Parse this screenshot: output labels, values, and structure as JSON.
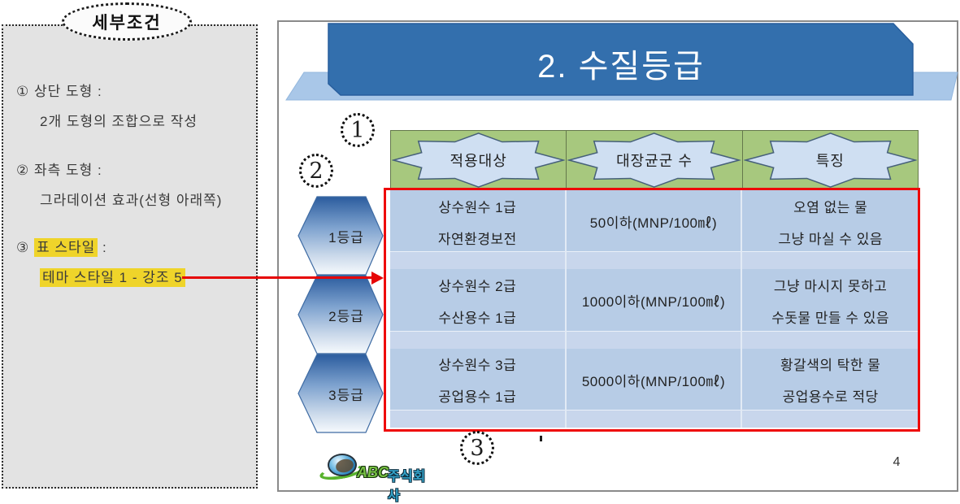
{
  "panel": {
    "title": "세부조건",
    "items": [
      {
        "num": "①",
        "label": "상단 도형 :",
        "detail": "2개 도형의 조합으로 작성"
      },
      {
        "num": "②",
        "label": "좌측 도형 :",
        "detail": "그라데이션 효과(선형 아래쪽)"
      },
      {
        "num": "③",
        "label": "표 스타일",
        "label_suffix": " :",
        "detail": "테마 스타일 1 - 강조 5"
      }
    ]
  },
  "slide": {
    "title": "2. 수질등급",
    "page_number": "4",
    "annotations": {
      "n1": "1",
      "n2": "2",
      "n3": "3"
    },
    "logo": {
      "abc": "ABC",
      "company": "주식회사"
    }
  },
  "table": {
    "headers": [
      "적용대상",
      "대장균군 수",
      "특징"
    ],
    "row_labels": [
      "1등급",
      "2등급",
      "3등급"
    ],
    "rows": [
      {
        "target": [
          "상수원수 1급",
          "자연환경보전"
        ],
        "count": "50이하(MNP/100㎖)",
        "feature": [
          "오염 없는 물",
          "그냥 마실 수 있음"
        ]
      },
      {
        "target": [
          "상수원수 2급",
          "수산용수 1급"
        ],
        "count": "1000이하(MNP/100㎖)",
        "feature": [
          "그냥 마시지 못하고",
          "수돗물 만들 수 있음"
        ]
      },
      {
        "target": [
          "상수원수 3급",
          "공업용수 1급"
        ],
        "count": "5000이하(MNP/100㎖)",
        "feature": [
          "황갈색의 탁한 물",
          "공업용수로 적당"
        ]
      }
    ]
  },
  "colors": {
    "banner_blue": "#336fad",
    "banner_light_blue": "#a9c7e8",
    "header_green": "#a7c87e",
    "star_fill": "#cfdff2",
    "cell_blue": "#b7cce6",
    "band_blue": "#c8d6ec",
    "hexagon_gradient_top": "#2b5c9e",
    "hexagon_gradient_bottom": "#f7fafd",
    "highlight_yellow": "#efd42a",
    "annotation_red": "#ee0909"
  }
}
